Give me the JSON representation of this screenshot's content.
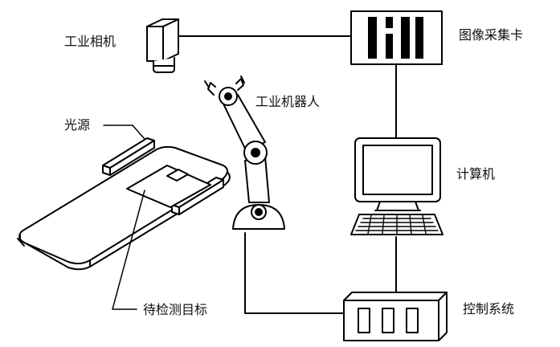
{
  "labels": {
    "camera": "工业相机",
    "capture_card": "图像采集卡",
    "robot": "工业机器人",
    "light_source": "光源",
    "computer": "计算机",
    "target": "待检测目标",
    "controller": "控制系统"
  },
  "colors": {
    "stroke": "#000000",
    "fill": "#ffffff",
    "text": "#111111"
  }
}
